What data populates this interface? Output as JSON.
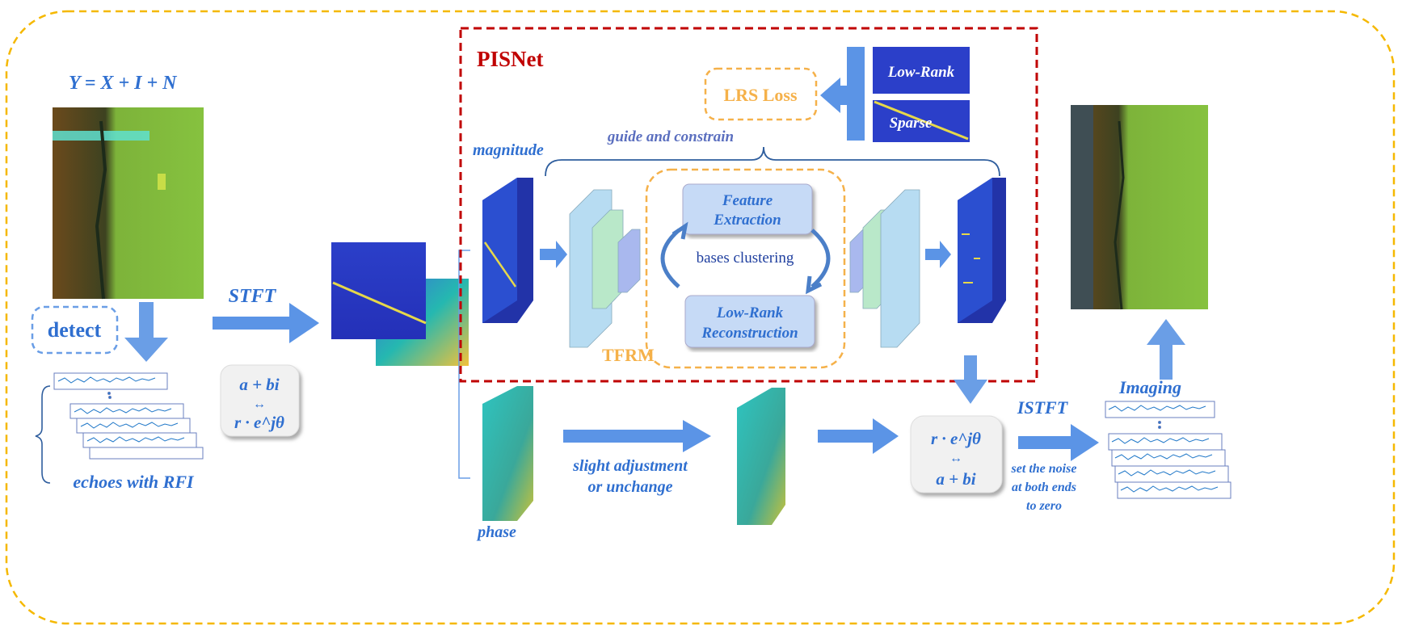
{
  "colors": {
    "outer_border": "#f5b800",
    "pisnet_border": "#c00000",
    "arrow": "#6a9ee6",
    "text_blue": "#2f6fd0",
    "orange": "#f5b14a",
    "block_fill": "#c6daf6"
  },
  "equation": "Y = X + I + N",
  "detect_label": "detect",
  "echoes_label": "echoes with RFI",
  "stft_label": "STFT",
  "conversion_in": {
    "top": "a + bi",
    "middle": "↔",
    "bottom": "r · e^jθ"
  },
  "pisnet": {
    "title": "PISNet",
    "lrs_loss": "LRS Loss",
    "low_rank_label": "Low-Rank",
    "sparse_label": "Sparse",
    "guide_label": "guide and constrain",
    "magnitude_label": "magnitude",
    "tfrm": {
      "label": "TFRM",
      "feature_extraction": [
        "Feature",
        "Extraction"
      ],
      "bases_clustering": "bases clustering",
      "low_rank_reconstruction": [
        "Low-Rank",
        "Reconstruction"
      ]
    }
  },
  "phase_label": "phase",
  "phase_adjust": [
    "slight adjustment",
    "or unchange"
  ],
  "conversion_out": {
    "top": "r · e^jθ",
    "middle": "↔",
    "bottom": "a + bi"
  },
  "istft_label": "ISTFT",
  "istft_note": [
    "set the noise",
    "at both ends",
    "to zero"
  ],
  "imaging_label": "Imaging"
}
